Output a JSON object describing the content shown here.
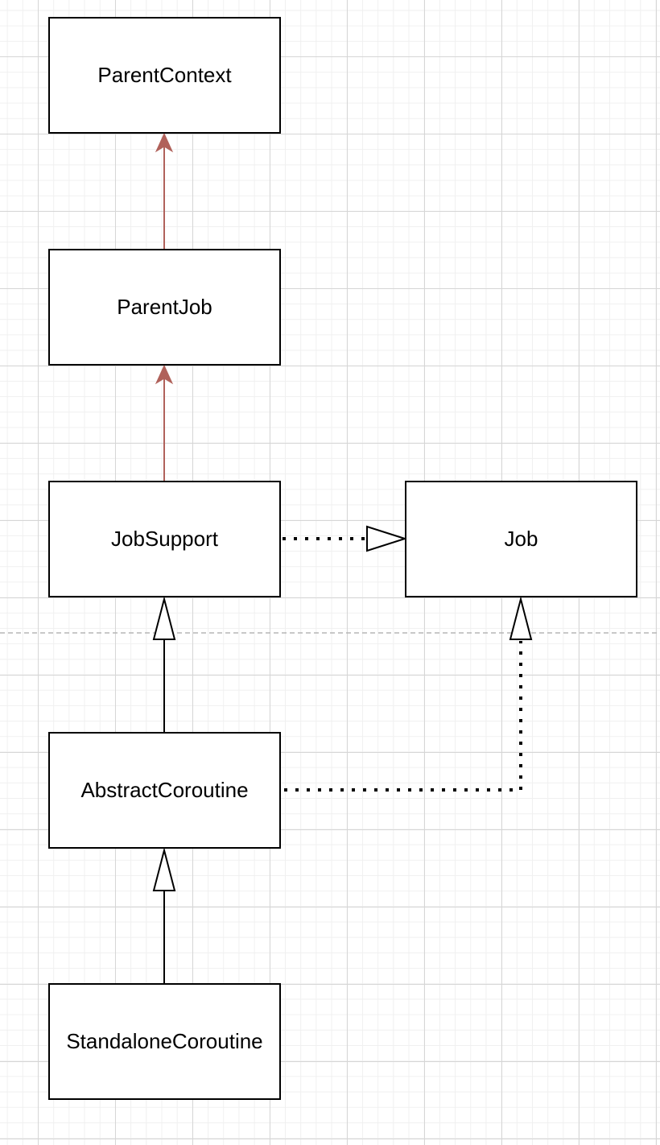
{
  "nodes": {
    "parent_context": "ParentContext",
    "parent_job": "ParentJob",
    "job_support": "JobSupport",
    "job": "Job",
    "abstract_coroutine": "AbstractCoroutine",
    "standalone_coroutine": "StandaloneCoroutine"
  },
  "edges": [
    {
      "from": "ParentJob",
      "to": "ParentContext",
      "kind": "association-arrow",
      "color": "#b0615a"
    },
    {
      "from": "JobSupport",
      "to": "ParentJob",
      "kind": "association-arrow",
      "color": "#b0615a"
    },
    {
      "from": "JobSupport",
      "to": "Job",
      "kind": "realization",
      "color": "#000000"
    },
    {
      "from": "AbstractCoroutine",
      "to": "JobSupport",
      "kind": "inheritance",
      "color": "#000000"
    },
    {
      "from": "AbstractCoroutine",
      "to": "Job",
      "kind": "realization",
      "color": "#000000"
    },
    {
      "from": "StandaloneCoroutine",
      "to": "AbstractCoroutine",
      "kind": "inheritance",
      "color": "#000000"
    }
  ],
  "colors": {
    "association": "#b0615a",
    "stroke": "#000000",
    "grid": "#d6d6d6",
    "page_break": "#b5b5b5"
  }
}
